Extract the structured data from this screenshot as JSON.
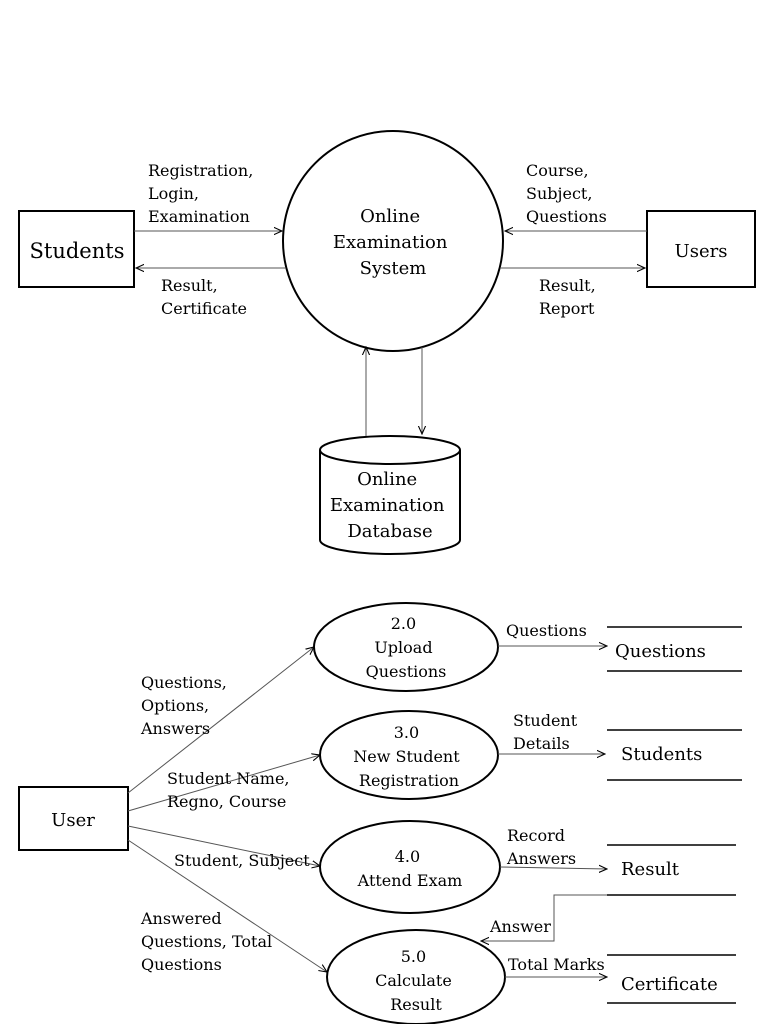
{
  "context": {
    "students": "Students",
    "users": "Users",
    "system": [
      "Online",
      "Examination",
      "System"
    ],
    "database": [
      "Online",
      "Examination",
      "Database"
    ],
    "flow_students_in": [
      "Registration,",
      "Login,",
      "Examination"
    ],
    "flow_students_out": [
      "Result,",
      "Certificate"
    ],
    "flow_users_in": [
      "Course,",
      "Subject,",
      "Questions"
    ],
    "flow_users_out": [
      "Result,",
      "Report"
    ]
  },
  "level1": {
    "user": "User",
    "processes": [
      [
        "2.0",
        "Upload",
        "Questions"
      ],
      [
        "3.0",
        "New Student",
        "Registration"
      ],
      [
        "4.0",
        "Attend Exam"
      ],
      [
        "5.0",
        "Calculate",
        "Result"
      ]
    ],
    "stores": [
      "Questions",
      "Students",
      "Result",
      "Certificate"
    ],
    "user_flows": [
      [
        "Questions,",
        "Options,",
        "Answers"
      ],
      [
        "Student Name,",
        "Regno, Course"
      ],
      [
        "Student, Subject"
      ],
      [
        "Answered",
        "Questions, Total",
        "Questions"
      ]
    ],
    "store_flows": [
      [
        "Questions"
      ],
      [
        "Student",
        "Details"
      ],
      [
        "Record",
        "Answers"
      ],
      [
        "Answer"
      ],
      [
        "Total Marks"
      ]
    ]
  }
}
